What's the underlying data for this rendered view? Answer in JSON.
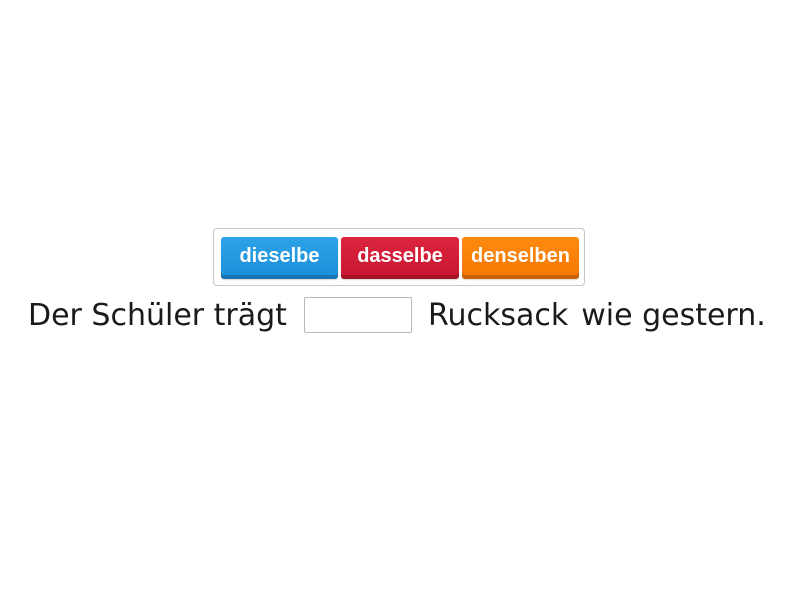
{
  "word_bank": {
    "tiles": [
      {
        "label": "dieselbe",
        "color": "#1e93dc"
      },
      {
        "label": "dasselbe",
        "color": "#cd1b34"
      },
      {
        "label": "denselben",
        "color": "#fa7f05"
      }
    ]
  },
  "sentence": {
    "before_blank": "Der Schüler trägt",
    "blank_value": "",
    "after_blank_1": "Rucksack",
    "after_blank_2": "wie gestern."
  }
}
